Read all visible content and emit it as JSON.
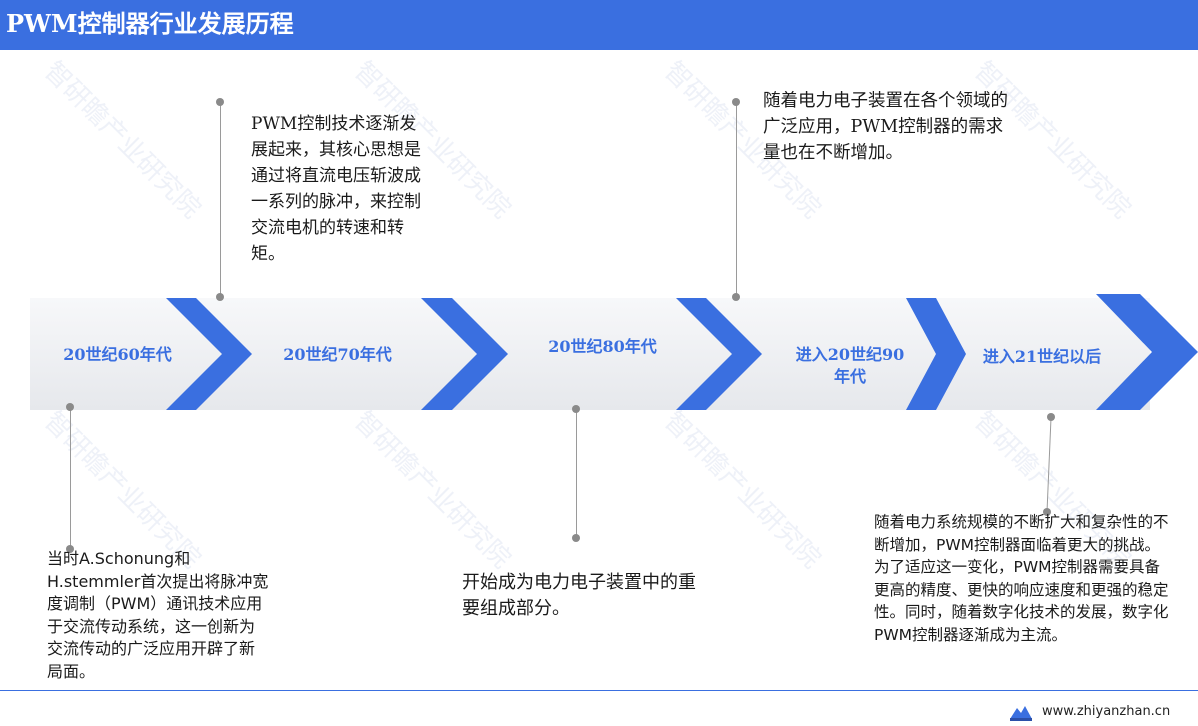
{
  "title": "PWM控制器行业发展历程",
  "accent_color": "#3a6fe0",
  "stages": [
    {
      "label": "20世纪60年代"
    },
    {
      "label": "20世纪70年代"
    },
    {
      "label": "20世纪80年代"
    },
    {
      "label": "进入20世纪90年代"
    },
    {
      "label": "进入21世纪以后"
    }
  ],
  "notes": {
    "n60": "当时A.Schonung和H.stemmler首次提出将脉冲宽度调制（PWM）通讯技术应用于交流传动系统，这一创新为交流传动的广泛应用开辟了新局面。",
    "n70": "PWM控制技术逐渐发展起来，其核心思想是通过将直流电压斩波成一系列的脉冲，来控制交流电机的转速和转矩。",
    "n80": "开始成为电力电子装置中的重要组成部分。",
    "n90": "随着电力电子装置在各个领域的广泛应用，PWM控制器的需求量也在不断增加。",
    "n21": "随着电力系统规模的不断扩大和复杂性的不断增加，PWM控制器面临着更大的挑战。为了适应这一变化，PWM控制器需要具备更高的精度、更快的响应速度和更强的稳定性。同时，随着数字化技术的发展，数字化PWM控制器逐渐成为主流。"
  },
  "footer": {
    "url": "www.zhiyanzhan.cn",
    "logo_icon": "mountain-logo-icon"
  },
  "watermark_icon": "watermark-icon"
}
